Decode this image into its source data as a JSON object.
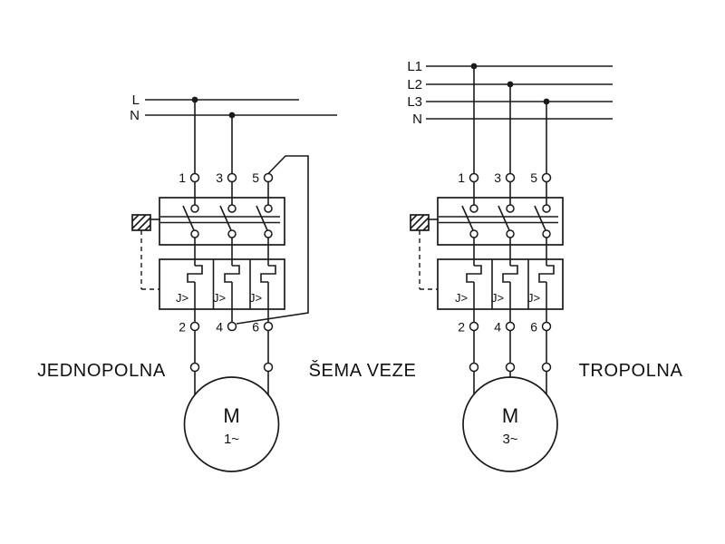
{
  "captions": {
    "left": "JEDNOPOLNA",
    "center": "ŠEMA VEZE",
    "right": "TROPOLNA"
  },
  "left": {
    "supply_labels": [
      "L",
      "N"
    ],
    "terminals_top": [
      "1",
      "3",
      "5"
    ],
    "terminals_bottom": [
      "2",
      "4",
      "6"
    ],
    "overload_labels": [
      "J>",
      "J>",
      "J>"
    ],
    "motor": {
      "symbol": "M",
      "type": "1~"
    }
  },
  "right": {
    "supply_labels": [
      "L1",
      "L2",
      "L3",
      "N"
    ],
    "terminals_top": [
      "1",
      "3",
      "5"
    ],
    "terminals_bottom": [
      "2",
      "4",
      "6"
    ],
    "overload_labels": [
      "J>",
      "J>",
      "J>"
    ],
    "motor": {
      "symbol": "M",
      "type": "3~"
    }
  },
  "colors": {
    "line": "#1a1a1a",
    "background": "#ffffff"
  }
}
